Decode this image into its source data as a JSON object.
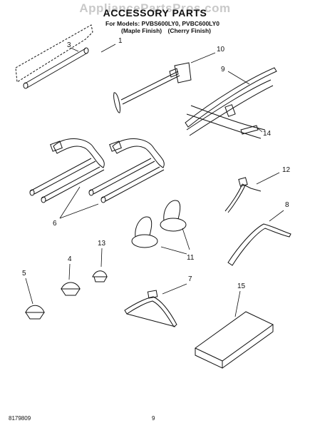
{
  "header": {
    "watermark": "AppliancePartsPros.com",
    "title": "ACCESSORY PARTS",
    "models_line": "For Models: PVBS600LY0, PVBC600LY0",
    "finish_1": "(Maple Finish)",
    "finish_2": "(Cherry Finish)"
  },
  "callouts": [
    "1",
    "3",
    "10",
    "9",
    "14",
    "6",
    "12",
    "8",
    "11",
    "13",
    "4",
    "5",
    "7",
    "15"
  ],
  "footer": {
    "doc_number": "8179809",
    "page_number": "9"
  }
}
